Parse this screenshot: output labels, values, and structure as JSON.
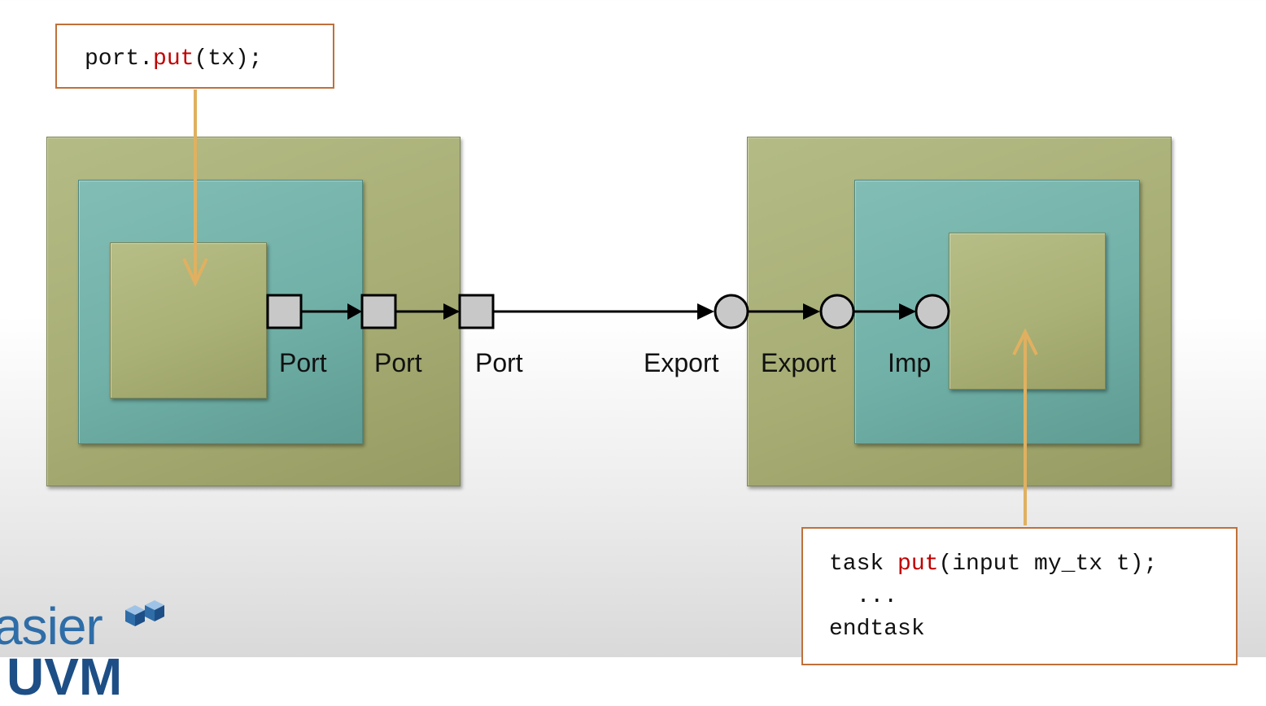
{
  "code_top": {
    "object": "port.",
    "method": "put",
    "args": "(tx);"
  },
  "code_bottom": {
    "line1_pre": "task ",
    "line1_method": "put",
    "line1_post": "(input my_tx t);",
    "line2": "  ...",
    "line3": "endtask"
  },
  "labels": {
    "port_1": "Port",
    "port_2": "Port",
    "port_3": "Port",
    "export_1": "Export",
    "export_2": "Export",
    "imp": "Imp"
  },
  "logo": {
    "text": "asier",
    "text2": "UVM"
  },
  "colors": {
    "olive": "#a7ad74",
    "teal": "#71b1a8",
    "callout_arrow": "#e0b060",
    "code_border": "#c0703a",
    "keyword": "#c00000",
    "port_fill": "#c8c8c8"
  }
}
